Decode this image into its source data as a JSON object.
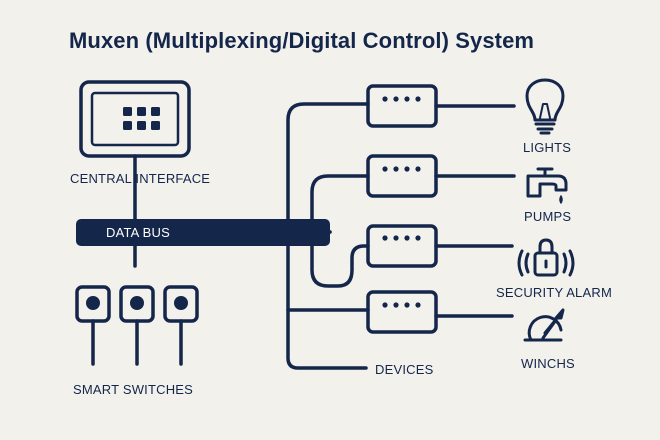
{
  "title": "Muxen (Multiplexing/Digital Control) System",
  "labels": {
    "central_interface": "CENTRAL INTERFACE",
    "data_bus": "DATA BUS",
    "smart_switches": "SMART SWITCHES",
    "devices": "DEVICES"
  },
  "outputs": [
    "LIGHTS",
    "PUMPS",
    "SECURITY ALARM",
    "WINCHS"
  ],
  "icons": [
    "lightbulb-icon",
    "pump-faucet-icon",
    "security-alarm-icon",
    "winch-icon"
  ],
  "colors": {
    "ink": "#14264a",
    "background": "#f2f1ec",
    "bus_text": "#ffffff"
  }
}
